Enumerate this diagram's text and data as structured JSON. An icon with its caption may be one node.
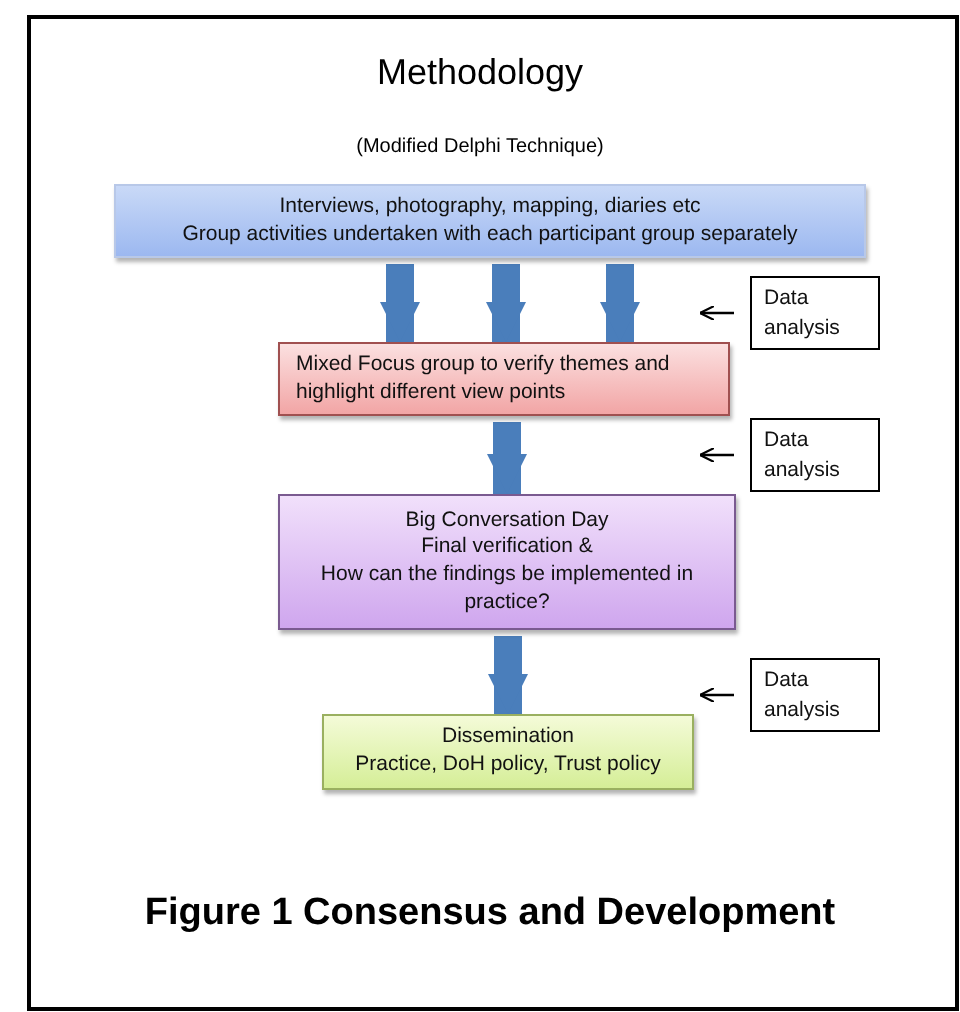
{
  "diagram": {
    "title": "Methodology",
    "caption": "Figure 1 Consensus and Development",
    "nodes": [
      {
        "text": [
          "Interviews, photography, mapping, diaries etc",
          "Group activities undertaken with each participant group separately"
        ]
      },
      {
        "text": [
          "Mixed Focus group to verify themes and highlight different view points"
        ]
      },
      {
        "text": [
          "Data analysis"
        ]
      },
      {
        "text": [
          "Big Conversation Day",
          "Final verification &",
          "How can the findings be implemented in practice?"
        ]
      },
      {
        "text": [
          "Data analysis"
        ]
      },
      {
        "text": [
          "Dissemination",
          "Practice, DoH policy, Trust policy"
        ]
      },
      {
        "text": [
          "Data analysis"
        ]
      }
    ],
    "edges": [
      {
        "from": 0,
        "to": 1,
        "arrow": "to"
      },
      {
        "from": 0,
        "to": 1,
        "arrow": "to"
      },
      {
        "from": 0,
        "to": 1,
        "arrow": "to"
      },
      {
        "from": 1,
        "to": 3,
        "arrow": "to"
      },
      {
        "from": 3,
        "to": 5,
        "arrow": "to"
      },
      {
        "from": 2,
        "to": 1,
        "arrow": "to",
        "color": "#000000"
      },
      {
        "from": 4,
        "to": 1,
        "arrow": "to",
        "color": "#000000"
      },
      {
        "from": 6,
        "to": 5,
        "arrow": "to",
        "color": "#000000"
      }
    ],
    "labels": [
      "(Modified Delphi Technique)"
    ]
  }
}
